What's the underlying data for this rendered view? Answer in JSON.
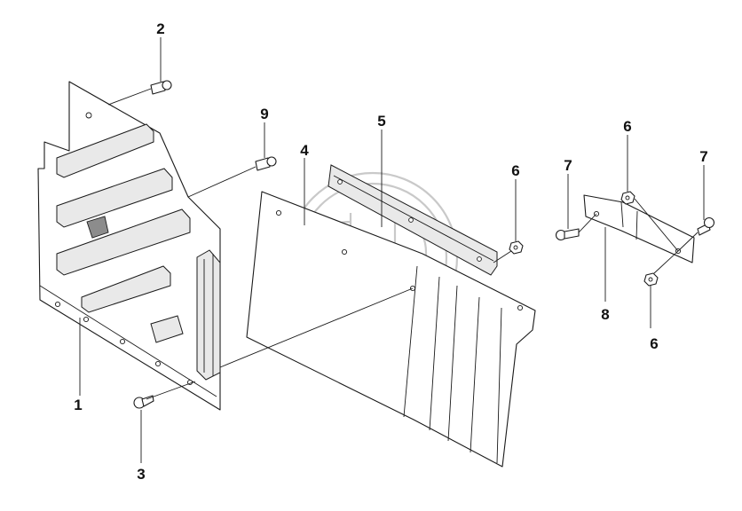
{
  "diagram": {
    "callouts": [
      {
        "id": "c2",
        "label": "2"
      },
      {
        "id": "c9",
        "label": "9"
      },
      {
        "id": "c5",
        "label": "5"
      },
      {
        "id": "c4",
        "label": "4"
      },
      {
        "id": "c6a",
        "label": "6"
      },
      {
        "id": "c6b",
        "label": "6"
      },
      {
        "id": "c6c",
        "label": "6"
      },
      {
        "id": "c7a",
        "label": "7"
      },
      {
        "id": "c7b",
        "label": "7"
      },
      {
        "id": "c8",
        "label": "8"
      },
      {
        "id": "c1",
        "label": "1"
      },
      {
        "id": "c3",
        "label": "3"
      }
    ]
  }
}
